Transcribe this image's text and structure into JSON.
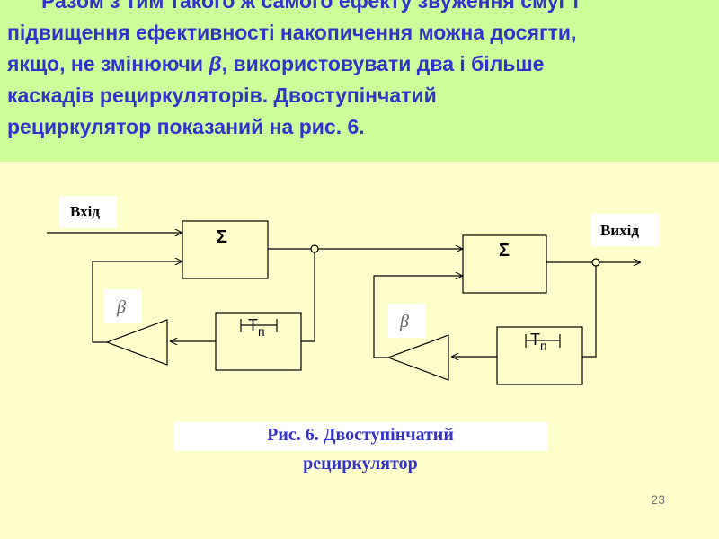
{
  "slide": {
    "paragraph": {
      "line1": "Разом з тим такого ж самого ефекту звуження смуг і",
      "line2": "підвищення ефективності накопичення можна досягти,",
      "line3_before": "якщо, не змінюючи ",
      "line3_beta": "β",
      "line3_after": ", використовувати два і більше",
      "line4": "каскадів рециркуляторів. Двоступінчатий",
      "line5": "рециркулятор показаний на рис. 6."
    },
    "diagram": {
      "input_label": "Вхід",
      "output_label": "Вихід",
      "sum_symbol": "Σ",
      "delay_symbol": "Т",
      "delay_subscript": "п",
      "gain_symbol": "β"
    },
    "caption": {
      "line1": "Рис. 6.  Двоступінчатий",
      "line2": "рециркулятор"
    },
    "page_number": "23"
  }
}
